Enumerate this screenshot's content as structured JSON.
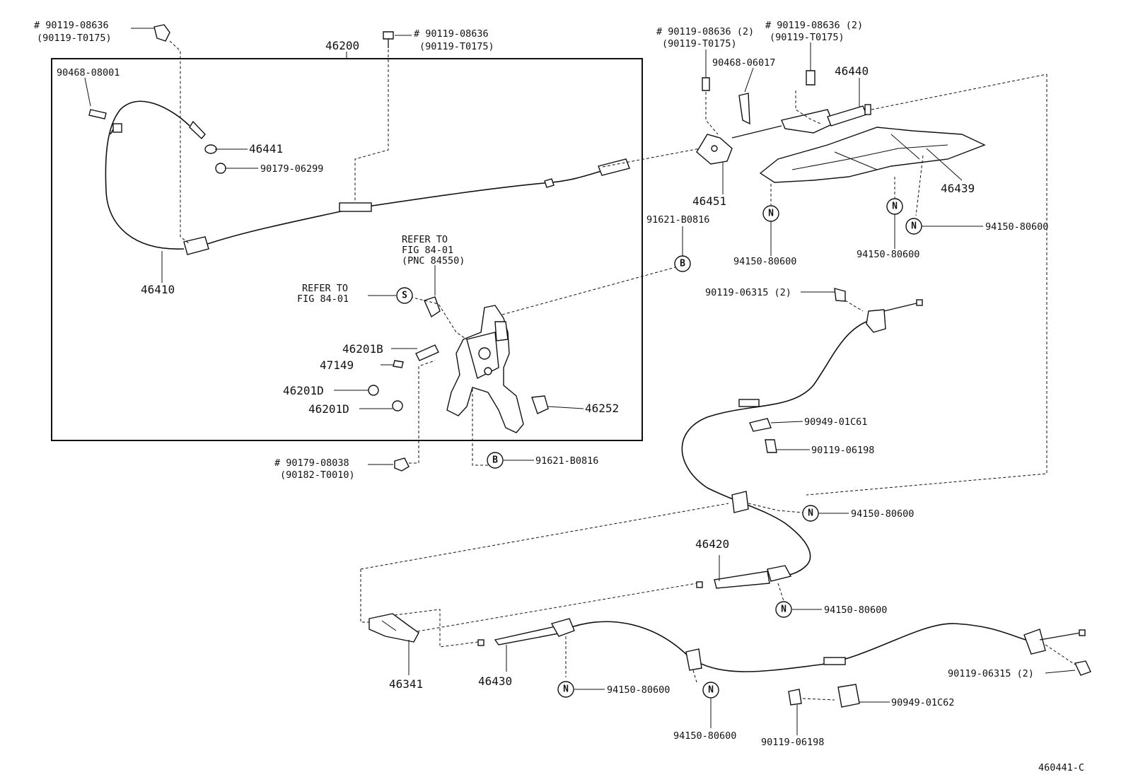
{
  "figure_id": "460441-C",
  "assembly_box": {
    "label": "46200"
  },
  "parts": {
    "p46410": "46410",
    "p46441": "46441",
    "p90179_06299": "90179-06299",
    "p90468_08001": "90468-08001",
    "p46201B": "46201B",
    "p47149": "47149",
    "p46201D_a": "46201D",
    "p46201D_b": "46201D",
    "p46252": "46252",
    "p46451": "46451",
    "p46440": "46440",
    "p46439": "46439",
    "p90468_06017": "90468-06017",
    "p91621_B0816_top": "91621-B0816",
    "p91621_B0816_bot": "91621-B0816",
    "p90119_06315_top": "90119-06315 (2)",
    "p90119_06315_bot": "90119-06315 (2)",
    "p90949_01C61": "90949-01C61",
    "p90119_06198_a": "90119-06198",
    "p90119_06198_b": "90119-06198",
    "p90949_01C62": "90949-01C62",
    "p46420": "46420",
    "p46430": "46430",
    "p46341": "46341",
    "n94150_1": "94150-80600",
    "n94150_2": "94150-80600",
    "n94150_3": "94150-80600",
    "n94150_4": "94150-80600",
    "n94150_5": "94150-80600",
    "n94150_6": "94150-80600",
    "n94150_7": "94150-80600"
  },
  "bolts": {
    "tl_line1": "# 90119-08636",
    "tl_line2": "(90119-T0175)",
    "tc_line1": "# 90119-08636",
    "tc_line2": "(90119-T0175)",
    "tr1_line1": "# 90119-08636 (2)",
    "tr1_line2": "(90119-T0175)",
    "tr2_line1": "# 90119-08636 (2)",
    "tr2_line2": "(90119-T0175)",
    "bl_line1": "# 90179-08038",
    "bl_line2": "(90182-T0010)"
  },
  "refer": {
    "a_line1": "REFER TO",
    "a_line2": "FIG 84-01",
    "a_line3": "(PNC 84550)",
    "b_line1": "REFER TO",
    "b_line2": "FIG 84-01"
  },
  "symbols": {
    "n": "N",
    "b": "B",
    "s": "S"
  }
}
